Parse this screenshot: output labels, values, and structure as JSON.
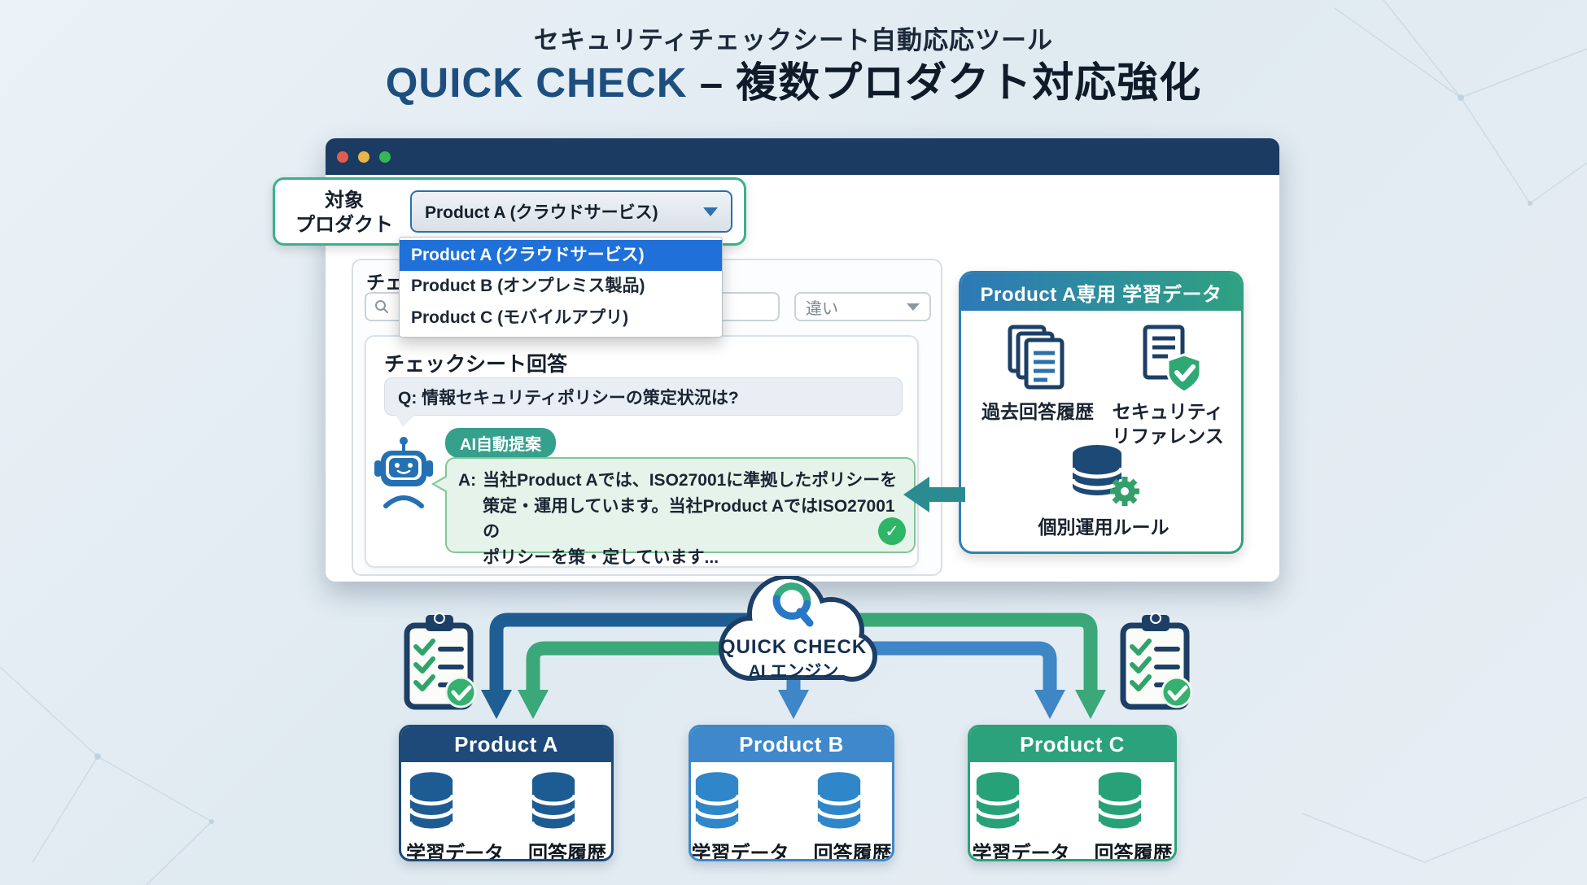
{
  "page": {
    "subtitle": "セキュリティチェックシート自動応応ツール",
    "title_brand": "QUICK CHECK",
    "title_rest": " – 複数プロダクト対応強化"
  },
  "window": {
    "product_selector": {
      "label_line1": "対象",
      "label_line2": "プロダクト",
      "selected_value": "Product A (クラウドサービス)",
      "selected_index": 0,
      "options": [
        "Product A (クラウドサービス)",
        "Product B (オンプレミス製品)",
        "Product C (モバイルアプリ)"
      ]
    },
    "toolbar": {
      "section_heading_partial": "チェ",
      "search_placeholder": "",
      "filter_value": "違い"
    },
    "answer_section": {
      "heading": "チェックシート回答",
      "question": "Q: 情報セキュリティポリシーの策定状況は?",
      "ai_badge": "AI自動提案",
      "answer_prefix": "A:",
      "answer_lines": [
        "当社Product Aでは、ISO27001に準拠したポリシーを",
        "策定・運用しています。当社Product AではISO27001の",
        "ポリシーを策・定しています..."
      ],
      "check_glyph": "✓"
    },
    "learning_panel": {
      "header": "Product A専用 学習データ",
      "items": [
        {
          "icon": "documents-stack-icon",
          "label": "過去回答履歴"
        },
        {
          "icon": "shield-document-icon",
          "label_line1": "セキュリティ",
          "label_line2": "リファレンス"
        },
        {
          "icon": "database-gear-icon",
          "label": "個別運用ルール"
        }
      ]
    }
  },
  "diagram": {
    "cloud": {
      "logo": "Q",
      "line1": "QUICK CHECK",
      "line2": "AI エンジン"
    },
    "products": [
      {
        "name": "Product A",
        "db_labels": [
          "学習データ",
          "回答履歴"
        ],
        "accent": "#1d4a78"
      },
      {
        "name": "Product B",
        "db_labels": [
          "学習データ",
          "回答履歴"
        ],
        "accent": "#3f88cb"
      },
      {
        "name": "Product C",
        "db_labels": [
          "学習データ",
          "回答履歴"
        ],
        "accent": "#2ba27b"
      }
    ]
  },
  "colors": {
    "titlebar_navy": "#1c3b63",
    "selected_option_blue": "#1f70d8",
    "callout_border_green": "#3cb08e",
    "badge_teal": "#35a08c",
    "answer_border_green": "#7fc795",
    "arrow_navy": "#1f5e93",
    "arrow_green": "#3aa878",
    "arrow_blue": "#3e86c5",
    "panel_gradient_left": "#2e79b8",
    "panel_gradient_right": "#2fa181"
  }
}
